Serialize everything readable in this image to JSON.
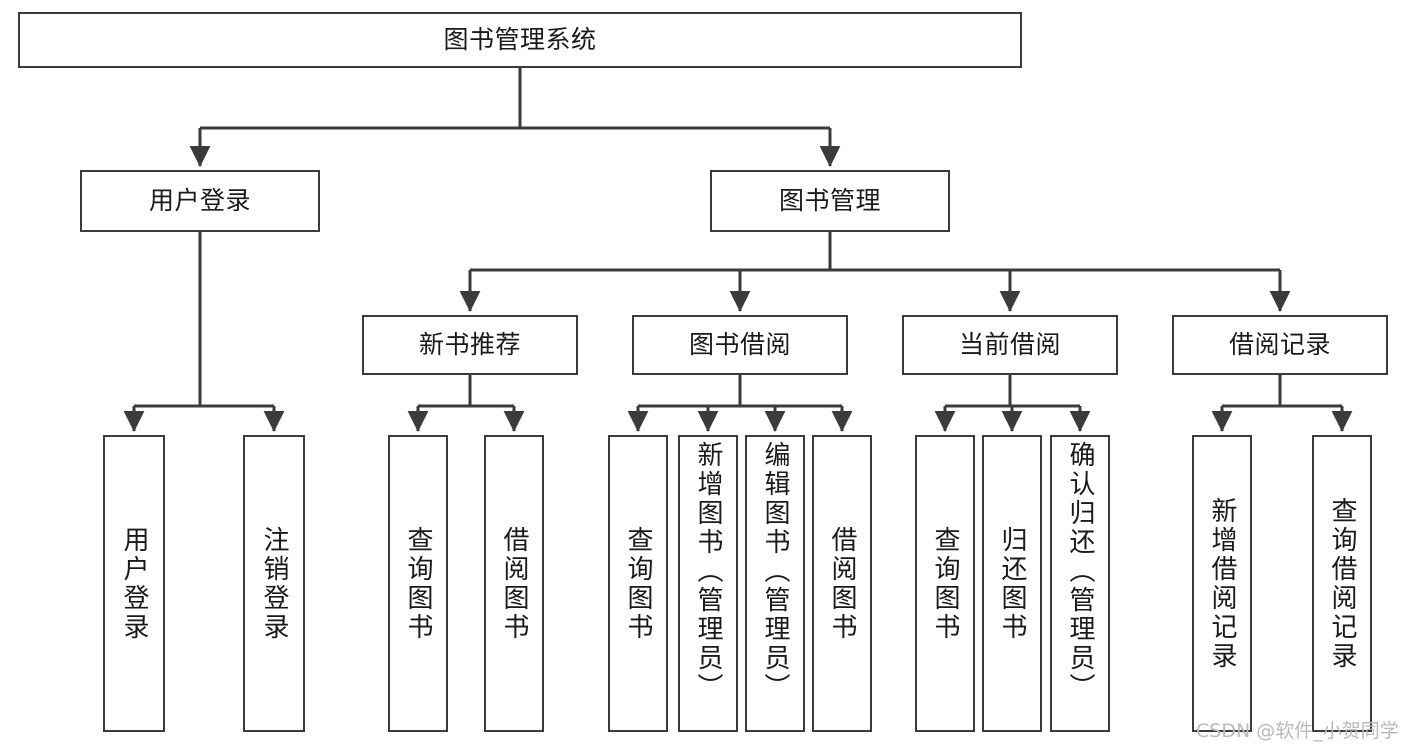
{
  "diagram": {
    "type": "hierarchy-tree",
    "title": "图书管理系统",
    "watermark": "CSDN @软件_小贺同学",
    "colors": {
      "box_border": "#3b3b3b",
      "box_fill": "#ffffff",
      "connector": "#3b3b3b",
      "text": "#1a1a1a",
      "watermark": "#b9b9b9",
      "background": "#ffffff"
    },
    "levels": {
      "root": "图书管理系统",
      "level2": [
        "用户登录",
        "图书管理"
      ],
      "level3": [
        "新书推荐",
        "图书借阅",
        "当前借阅",
        "借阅记录"
      ]
    },
    "nodes": {
      "root": {
        "label": "图书管理系统"
      },
      "user_login": {
        "label": "用户登录"
      },
      "book_manage": {
        "label": "图书管理"
      },
      "new_book_rec": {
        "label": "新书推荐"
      },
      "book_borrow": {
        "label": "图书借阅"
      },
      "current_borrow": {
        "label": "当前借阅"
      },
      "borrow_record": {
        "label": "借阅记录"
      },
      "leaf_user_login": {
        "label": "用户登录"
      },
      "leaf_logout": {
        "label": "注销登录"
      },
      "leaf_query_book_1": {
        "label": "查询图书"
      },
      "leaf_borrow_book_1": {
        "label": "借阅图书"
      },
      "leaf_query_book_2": {
        "label": "查询图书"
      },
      "leaf_add_book": {
        "label": "新增图书（管理员）"
      },
      "leaf_edit_book": {
        "label": "编辑图书（管理员）"
      },
      "leaf_borrow_book_2": {
        "label": "借阅图书"
      },
      "leaf_query_book_3": {
        "label": "查询图书"
      },
      "leaf_return_book": {
        "label": "归还图书"
      },
      "leaf_confirm_return": {
        "label": "确认归还（管理员）"
      },
      "leaf_add_record": {
        "label": "新增借阅记录"
      },
      "leaf_query_record": {
        "label": "查询借阅记录"
      }
    },
    "edges": [
      {
        "from": "root",
        "to": "user_login"
      },
      {
        "from": "root",
        "to": "book_manage"
      },
      {
        "from": "book_manage",
        "to": "new_book_rec"
      },
      {
        "from": "book_manage",
        "to": "book_borrow"
      },
      {
        "from": "book_manage",
        "to": "current_borrow"
      },
      {
        "from": "book_manage",
        "to": "borrow_record"
      },
      {
        "from": "user_login",
        "to": "leaf_user_login"
      },
      {
        "from": "user_login",
        "to": "leaf_logout"
      },
      {
        "from": "new_book_rec",
        "to": "leaf_query_book_1"
      },
      {
        "from": "new_book_rec",
        "to": "leaf_borrow_book_1"
      },
      {
        "from": "book_borrow",
        "to": "leaf_query_book_2"
      },
      {
        "from": "book_borrow",
        "to": "leaf_add_book"
      },
      {
        "from": "book_borrow",
        "to": "leaf_edit_book"
      },
      {
        "from": "book_borrow",
        "to": "leaf_borrow_book_2"
      },
      {
        "from": "current_borrow",
        "to": "leaf_query_book_3"
      },
      {
        "from": "current_borrow",
        "to": "leaf_return_book"
      },
      {
        "from": "current_borrow",
        "to": "leaf_confirm_return"
      },
      {
        "from": "borrow_record",
        "to": "leaf_add_record"
      },
      {
        "from": "borrow_record",
        "to": "leaf_query_record"
      }
    ]
  }
}
